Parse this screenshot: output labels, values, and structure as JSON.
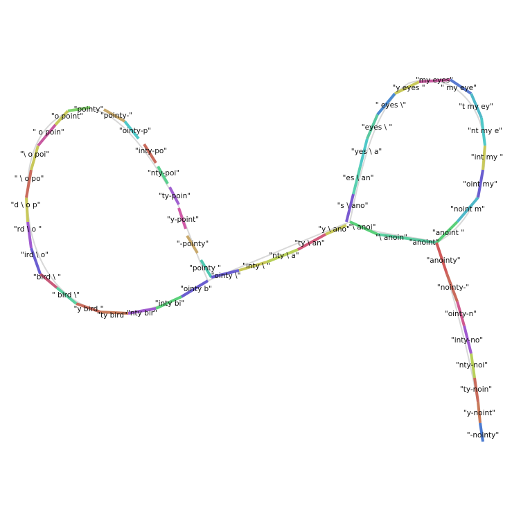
{
  "diagram": {
    "segments": [
      {
        "text": "\"pointy\"",
        "color": "#7fd36a"
      },
      {
        "text": "\"ointy-p\"",
        "color": "#4fc8c8"
      },
      {
        "text": "\"inty-po\"",
        "color": "#c96b5c"
      },
      {
        "text": "\"nty-poi\"",
        "color": "#5ad08f"
      },
      {
        "text": "\"ty-poin\"",
        "color": "#a060d0"
      },
      {
        "text": "\"y-point\"",
        "color": "#d05aa8"
      },
      {
        "text": "\"-pointy\"",
        "color": "#c8a86a"
      },
      {
        "text": "\"pointy \"",
        "color": "#4ec8b0"
      },
      {
        "text": "\"ointy \\\"",
        "color": "#6a5ed0"
      },
      {
        "text": "\"inty \\ \"",
        "color": "#c8c85a"
      },
      {
        "text": "\"nty \\ a\"",
        "color": "#b8d05a"
      },
      {
        "text": "\"ty \\ an\"",
        "color": "#d05a7a"
      },
      {
        "text": "\"y \\ ano\"",
        "color": "#c8c85a"
      },
      {
        "text": "\"s \\ ano\"",
        "color": "#7a5ad0"
      },
      {
        "text": "\"es \\ an\"",
        "color": "#5ad0b0"
      },
      {
        "text": "\"yes \\ a\"",
        "color": "#4fc8c8"
      },
      {
        "text": "\"eyes \\ \"",
        "color": "#5ac8a0"
      },
      {
        "text": "\" eyes \\\"",
        "color": "#4a8ad0"
      },
      {
        "text": "\"y eyes \"",
        "color": "#c8c85a"
      },
      {
        "text": "\"my eyes\"",
        "color": "#c85aa0"
      },
      {
        "text": "\" my eye\"",
        "color": "#5a7ad0"
      },
      {
        "text": "\"t my ey\"",
        "color": "#4fb8c8"
      },
      {
        "text": "\"nt my e\"",
        "color": "#4fc8c8"
      },
      {
        "text": "\"int my \"",
        "color": "#c8c85a"
      },
      {
        "text": "\"oint my\"",
        "color": "#6a5ed0"
      },
      {
        "text": "\"noint m\"",
        "color": "#4fb8c8"
      },
      {
        "text": "\"anoint \"",
        "color": "#5ad07a"
      },
      {
        "text": "\"anoint\"",
        "color": "#5ac8a0"
      },
      {
        "text": "\"\\ anoin\"",
        "color": "#5ad0a0"
      },
      {
        "text": "\"\\ anoi\"",
        "color": "#5ad07a"
      },
      {
        "text": "\"anointy\"",
        "color": "#d05a5a"
      },
      {
        "text": "\"nointy-\"",
        "color": "#c96b5c"
      },
      {
        "text": "\"ointy-n\"",
        "color": "#d05a90"
      },
      {
        "text": "\"inty-no\"",
        "color": "#a05ad0"
      },
      {
        "text": "\"nty-noi\"",
        "color": "#b8d05a"
      },
      {
        "text": "\"ty-noin\"",
        "color": "#c96b5c"
      },
      {
        "text": "\"y-noint\"",
        "color": "#c87a5a"
      },
      {
        "text": "\"-nointy\"",
        "color": "#4a7ad0"
      },
      {
        "text": "\"ointy b\"",
        "color": "#6a5ed0"
      },
      {
        "text": "\"inty bi\"",
        "color": "#5ad07a"
      },
      {
        "text": "\"nty bir\"",
        "color": "#a05ad0"
      },
      {
        "text": "\"ty bird\"",
        "color": "#c87a5a"
      },
      {
        "text": "\"y bird \"",
        "color": "#c96b5c"
      },
      {
        "text": "\" bird \\\"",
        "color": "#5ad0a0"
      },
      {
        "text": "\"bird \\ \"",
        "color": "#c85a7a"
      },
      {
        "text": "\"ird \\ o\"",
        "color": "#6a5ed0"
      },
      {
        "text": "\"rd \\ o \"",
        "color": "#a05ad0"
      },
      {
        "text": "\"d \\ o p\"",
        "color": "#c8c85a"
      },
      {
        "text": "\" \\ o po\"",
        "color": "#c96b5c"
      },
      {
        "text": "\"\\ o poi\"",
        "color": "#c8c85a"
      },
      {
        "text": "\" o poin\"",
        "color": "#c85aa0"
      },
      {
        "text": "\"o point\"",
        "color": "#c8c85a"
      },
      {
        "text": "\"pointy-\"",
        "color": "#c8a86a"
      }
    ]
  }
}
